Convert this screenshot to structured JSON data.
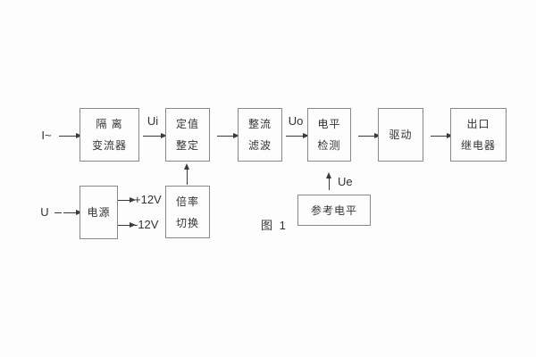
{
  "page": {
    "caption": "图 1"
  },
  "colors": {
    "background": "#fdfdfd",
    "box_border": "#888888",
    "text": "#333333",
    "arrow": "#3a3a3a"
  },
  "labels": {
    "input_current": "I~",
    "input_voltage": "U",
    "ui": "Ui",
    "uo": "Uo",
    "ue": "Ue",
    "rail_pos": "+12V",
    "rail_neg": "-12V"
  },
  "blocks": {
    "isolation": {
      "line1": "隔 离",
      "line2": "变流器"
    },
    "setpoint": {
      "line1": "定值",
      "line2": "整定"
    },
    "rectify": {
      "line1": "整流",
      "line2": "滤波"
    },
    "level": {
      "line1": "电平",
      "line2": "检测"
    },
    "drive": {
      "line1": "驱动"
    },
    "relay": {
      "line1": "出口",
      "line2": "继电器"
    },
    "power": {
      "line1": "电源"
    },
    "ratio": {
      "line1": "倍率",
      "line2": "切换"
    },
    "reference": {
      "line1": "参考电平"
    }
  }
}
